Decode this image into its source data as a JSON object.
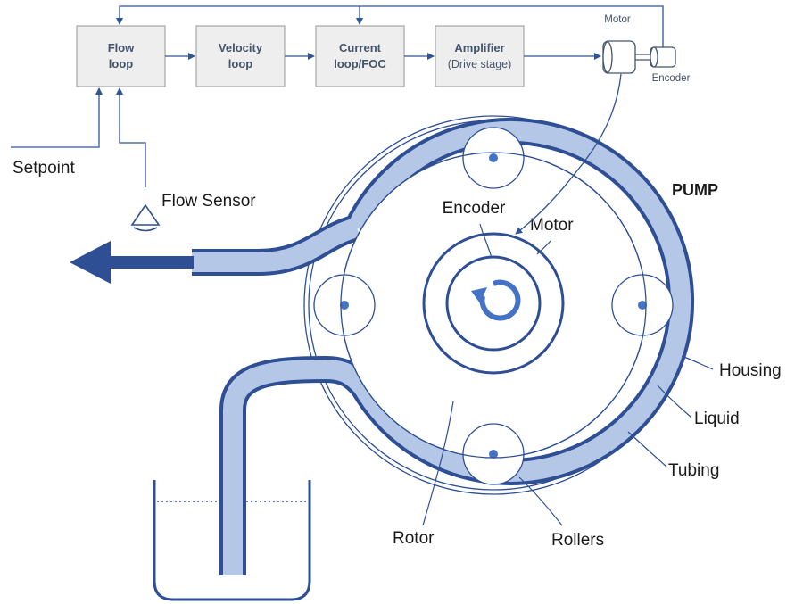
{
  "control": {
    "blocks": [
      {
        "id": "flow-loop",
        "line1": "Flow",
        "line2": "loop"
      },
      {
        "id": "velocity-loop",
        "line1": "Velocity",
        "line2": "loop"
      },
      {
        "id": "current-loop",
        "line1": "Current",
        "line2": "loop/FOC"
      },
      {
        "id": "amplifier",
        "line1": "Amplifier",
        "line2": "(Drive stage)"
      }
    ],
    "motor_label": "Motor",
    "encoder_label": "Encoder"
  },
  "inputs": {
    "setpoint": "Setpoint",
    "flow_sensor": "Flow Sensor"
  },
  "pump": {
    "title": "PUMP",
    "labels": {
      "encoder": "Encoder",
      "motor": "Motor",
      "housing": "Housing",
      "liquid": "Liquid",
      "tubing": "Tubing",
      "rotor": "Rotor",
      "rollers": "Rollers"
    }
  },
  "colors": {
    "navy": "#2f4f95",
    "tube_fill": "#b4c7e7",
    "block_fill": "#eeeeee",
    "block_text": "#44546a",
    "rotation_arrow": "#4472c4"
  }
}
